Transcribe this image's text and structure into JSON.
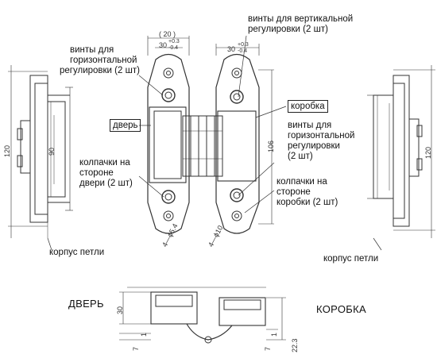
{
  "labels": {
    "horizontal_screws": [
      "винты для",
      "горизонтальной",
      "регулировки (2 шт)"
    ],
    "vertical_screws": [
      "винты для вертикальной",
      "регулировки (2 шт)"
    ],
    "box": "коробка",
    "door": "дверь",
    "vertical_screws_2": [
      "винты для",
      "горизонтальной",
      "регулировки",
      "(2 шт)"
    ],
    "caps_door": [
      "колпачки на",
      "стороне",
      "двери (2 шт)"
    ],
    "caps_box": [
      "колпачки на",
      "стороне",
      "коробки (2 шт)"
    ],
    "body_left": "корпус петли",
    "body_right": "корпус петли",
    "door_caps": "ДВЕРЬ",
    "box_caps": "КОРОБКА"
  },
  "dimensions": {
    "d20": "( 20 )",
    "d30_left": "30",
    "d30_right": "30",
    "tol_upper": "+0.3",
    "tol_lower": "-0.4",
    "d106": "106",
    "d120_left": "120",
    "d120_right": "120",
    "d90": "90",
    "hole_left": "4—ϕ5.4",
    "hole_right": "4—ϕ10",
    "d30_bottom": "30",
    "d7_a": "7",
    "d1_a": "1",
    "d7_b": "7",
    "d1_b": "1",
    "d22": "22.3"
  }
}
